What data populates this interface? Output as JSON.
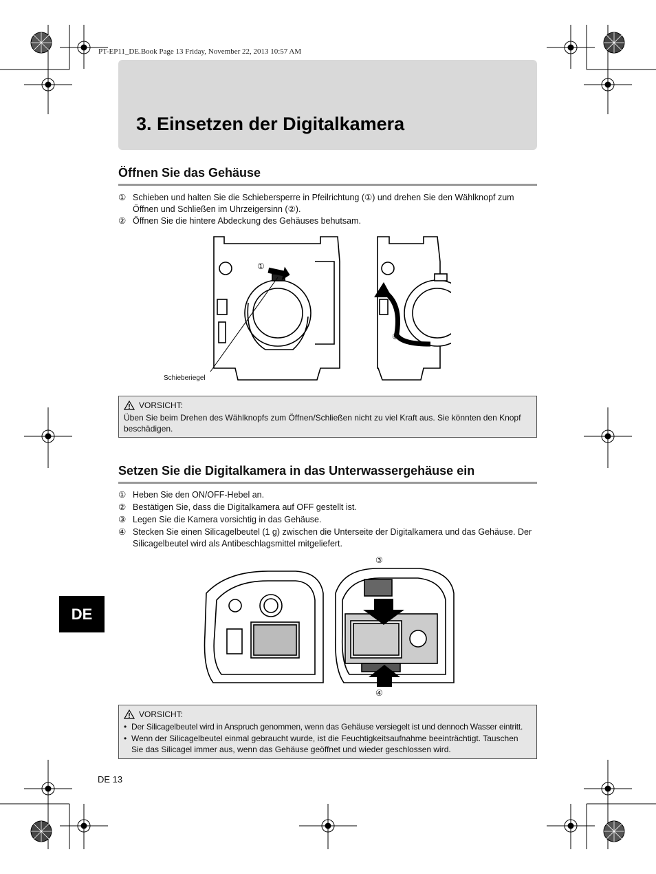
{
  "header": {
    "print_info": "PT-EP11_DE.Book  Page 13  Friday, November 22, 2013  10:57 AM"
  },
  "title": "3. Einsetzen der Digitalkamera",
  "section1": {
    "heading": "Öffnen Sie das Gehäuse",
    "steps": [
      {
        "num": "①",
        "text": "Schieben und halten Sie die Schiebersperre in Pfeilrichtung (①) und drehen Sie den Wählknopf zum Öffnen und Schließen im Uhrzeigersinn (②)."
      },
      {
        "num": "②",
        "text": "Öffnen Sie die hintere Abdeckung des Gehäuses behutsam."
      }
    ],
    "figure": {
      "label_1": "①",
      "label_2": "②",
      "callout": "Schieberiegel"
    },
    "caution": {
      "label": "VORSICHT:",
      "text": "Üben Sie beim Drehen des Wählknopfs zum Öffnen/Schließen nicht zu viel Kraft aus. Sie könnten den Knopf beschädigen."
    }
  },
  "section2": {
    "heading": "Setzen Sie die Digitalkamera in das Unterwassergehäuse ein",
    "steps": [
      {
        "num": "①",
        "text": "Heben Sie den ON/OFF-Hebel an."
      },
      {
        "num": "②",
        "text": "Bestätigen Sie, dass die Digitalkamera auf OFF gestellt ist."
      },
      {
        "num": "③",
        "text": "Legen Sie die Kamera vorsichtig in das Gehäuse."
      },
      {
        "num": "④",
        "text": "Stecken Sie einen Silicagelbeutel (1 g) zwischen die Unterseite der Digitalkamera und das Gehäuse. Der Silicagelbeutel wird als Antibeschlagsmittel mitgeliefert."
      }
    ],
    "figure": {
      "label_3": "③",
      "label_4": "④"
    },
    "caution": {
      "label": "VORSICHT:",
      "bullets": [
        "Der Silicagelbeutel wird in Anspruch genommen, wenn das Gehäuse versiegelt ist und dennoch Wasser eintritt.",
        "Wenn der Silicagelbeutel einmal gebraucht wurde, ist die Feuchtigkeitsaufnahme beeinträchtigt. Tauschen Sie das Silicagel immer aus, wenn das Gehäuse geöffnet und wieder geschlossen wird."
      ]
    }
  },
  "side_tab": "DE",
  "page_number": "DE 13"
}
